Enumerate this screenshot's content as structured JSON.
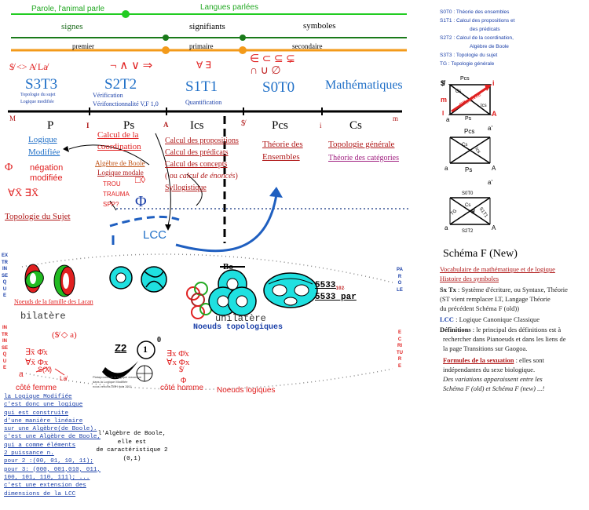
{
  "top": {
    "parole": "Parole, l'animal parle",
    "langues": "Langues parlées",
    "signes": "signes",
    "signifiants": "signifiants",
    "symboles": "symboles",
    "premier": "premier",
    "primaire": "primaire",
    "secondaire": "secondaire"
  },
  "symbols": {
    "s3": "$̸  <>  A̸  La̸",
    "s2": "¬ ∧ ∨ ⇒",
    "s1": "∀  ∃",
    "s0a": "∈ ⊂ ⊆ ⊊",
    "s0b": "∩ ∪ ∅"
  },
  "levels": {
    "s3t3": "S3T3",
    "s3t3_sub1": "Topologie du sujet",
    "s3t3_sub2": "Logique modifiée",
    "s2t2": "S2T2",
    "s2t2_sub1": "Vérification",
    "s2t2_sub2": "Vérifonctionnalité  V,F  1,0",
    "s1t1": "S1T1",
    "s1t1_sub": "Quantification",
    "s0t0": "S0T0",
    "maths": "Mathématiques"
  },
  "axis": {
    "M": "M",
    "P": "P",
    "I": "I",
    "Ps": "Ps",
    "A": "A",
    "Ics": "Ics",
    "S": "$̸",
    "Pcs": "Pcs",
    "i": "i",
    "Cs": "Cs",
    "m": "m"
  },
  "col1": {
    "logique": "Logique",
    "modifiee": "Modifiée",
    "phi": "Φ",
    "negation1": "négation",
    "negation2": "modifiée",
    "quant": "∀X̄    ∃X̄",
    "topo_sujet": "Topologie du Sujet"
  },
  "col2": {
    "calcul1": "Calcul de la",
    "calcul2": "coordination",
    "algebre": "Algèbre de Boole",
    "logique_modale": "Logique modale",
    "modal_sym": "□◊",
    "trou": "TROU",
    "trauma": "TRAUMA",
    "spp": "SPP?",
    "phi_big": "Φ"
  },
  "col3": {
    "prop": "Calcul des propositions",
    "pred": "Calcul des prédicats",
    "concepts": "Calcul des concepts",
    "enonces_pre": "( ou ",
    "enonces": "calcul de énoncés",
    "enonces_post": ")",
    "syllogistique": "Syllogistique"
  },
  "col4": {
    "theorie1": "Théorie des",
    "theorie2": "Ensembles"
  },
  "col5": {
    "topo_gen": "Topologie générale",
    "theorie_cat": "Théorie des catégories"
  },
  "lcc": "LCC",
  "vertical_left1": "EXTRINSEQUE",
  "vertical_left2": "INTRINSEQUE",
  "vertical_right1": "PAROLE",
  "vertical_right2": "ECRITURE",
  "knots": {
    "famille": "Noeuds de la famille des Lacan",
    "bilatere": "bilatère",
    "bo": "Bo",
    "unilatere": "unilatère",
    "noeuds_topo": "Noeuds topologiques",
    "n5533": "5533",
    "n5533_sub": "102",
    "n5533par": "5533 par"
  },
  "sexuation": {
    "bracket": "($̸ ◇ a)",
    "left_row1": "∃x̄   Φ̄x",
    "left_row2": "∀x̄   Φx",
    "s_x": "S(X̸)",
    "a": "a",
    "la": "La̸",
    "cote_femme": "côté femme",
    "z2": "Z2",
    "one": "1",
    "zero": "0",
    "right_row1": "∃x   Φ̄x",
    "right_row2": "∀x   Φx",
    "S": "$̸",
    "phi": "Φ",
    "cote_homme": "côté homme",
    "noeuds_logiques": "Noeuds logiques",
    "tiny1": "Platapourd: de la logique classique",
    "tiny2": "dans la Logique Modifiée",
    "tiny3": "nous venons ZBH: juin 2011"
  },
  "bottom_text": {
    "lines": [
      "la Logique Modifiée",
      "c'est donc une logique",
      "qui est construite",
      "d'une manière linéaire",
      "sur une Algèbre(de Boole).",
      "c'est une Algèbre de Boole,",
      "qui a comme éléments",
      "2 puissance n.",
      "pour 2 :(00, 01, 10, 11);",
      "pour 3: (000, 001,010, 011,",
      "100, 101, 110, 111); ...",
      "c'est une extension des",
      "dimensions de la LCC"
    ],
    "boole1": "l'Algèbre de Boole,",
    "boole2": "elle est",
    "boole3": "de caractéristique 2",
    "boole4": "(0,1)"
  },
  "legend": {
    "items": [
      {
        "code": "S0T0",
        "text": ": Théorie des ensembles"
      },
      {
        "code": "S1T1",
        "text": ": Calcul des propositions et"
      },
      {
        "code": "",
        "text": "des prédicats"
      },
      {
        "code": "S2T2",
        "text": ": Calcul de la coordination,"
      },
      {
        "code": "",
        "text": "Algèbre de Boole"
      },
      {
        "code": "S3T3",
        "text": ": Topologie du sujet"
      },
      {
        "code": "TG",
        "text": ": Topologie générale"
      }
    ]
  },
  "schema_small": {
    "pcs": "Pcs",
    "i": "i",
    "S": "$̸",
    "m": "m",
    "I": "I",
    "A": "A",
    "ps": "Ps",
    "effectivite": "Effectivité",
    "cs": "Cs",
    "ics": "Ics",
    "a": "a",
    "a_prime1": "a'",
    "pcs2": "Pcs",
    "ps2": "Ps",
    "A2": "A",
    "a2": "a",
    "a_prime2": "a'",
    "s0t0": "S0T0",
    "tg": "TG",
    "cs3": "Cs",
    "s1t1": "S1T1",
    "s2t2": "S2T2",
    "a3": "a",
    "A3": "A",
    "S3": "$̸"
  },
  "right_panel": {
    "title": "Schéma F (New)",
    "vocab": "Vocabulaire de mathématique et de logique",
    "histoire": "Histoire des symboles",
    "sx_label": "Sx Tx",
    "sx_text1": ": Système d'écriture, ou Syntaxe, Théorie",
    "sx_text2": "(ST vient remplacer LT, Langage Théorie",
    "sx_text3": "du précédent Schéma F (old))",
    "lcc_label": "LCC",
    "lcc_text": ": Logique Canonique Classique",
    "def_label": "Définitions",
    "def_text1": ": le principal des définitions est à",
    "def_text2": "rechercher dans Pianoeuds et dans  les liens de",
    "def_text3": "la page Transitions sur Gaogoa.",
    "formules": "Formules de la sexuation",
    "formules_text1": ": elles sont",
    "formules_text2": "indépendantes du sexe biologique.",
    "var1": "Des variations apparaissent entre les",
    "var2": "Schéma F (old) et Schéma F (new) ...!"
  }
}
